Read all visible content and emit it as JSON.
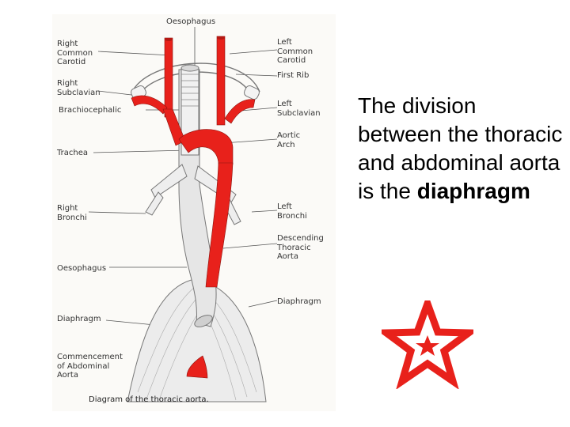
{
  "diagram": {
    "labels": {
      "oesophagus_top": "Oesophagus",
      "right_common_carotid": "Right\nCommon\nCarotid",
      "left_common_carotid": "Left\nCommon\nCarotid",
      "first_rib": "First Rib",
      "right_subclavian": "Right\nSubclavian",
      "left_subclavian": "Left\nSubclavian",
      "brachiocephalic": "Brachiocephalic",
      "aortic_arch": "Aortic\nArch",
      "trachea": "Trachea",
      "right_bronchi": "Right\nBronchi",
      "left_bronchi": "Left\nBronchi",
      "descending_thoracic_aorta": "Descending\nThoracic\nAorta",
      "oesophagus_mid": "Oesophagus",
      "diaphragm_right": "Diaphragm",
      "diaphragm_left": "Diaphragm",
      "commencement_abdominal_aorta": "Commencement\nof Abdominal\nAorta"
    },
    "caption": "Diagram of the thoracic aorta."
  },
  "note": {
    "text": "The division between the thoracic and abdominal aorta is the",
    "emphasis": "diaphragm"
  },
  "colors": {
    "artery": "#e8211b",
    "star": "#e8211b",
    "ink": "#333333"
  },
  "icon": "star-icon"
}
